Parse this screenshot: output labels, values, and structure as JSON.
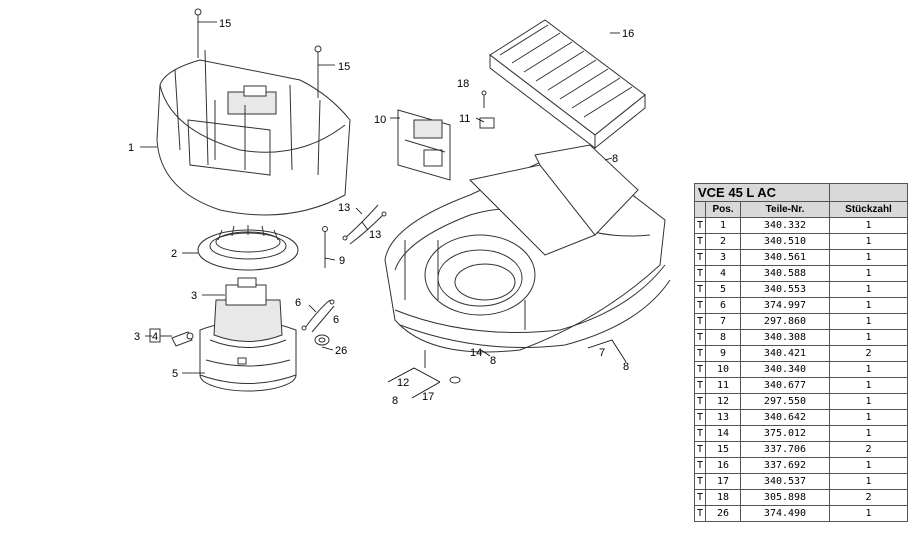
{
  "diagram": {
    "callouts": {
      "c1": "1",
      "c2": "2",
      "c3a": "3",
      "c3b": "3",
      "c4": "4",
      "c5": "5",
      "c6a": "6",
      "c6b": "6",
      "c7": "7",
      "c8a": "8",
      "c8b": "8",
      "c8c": "8",
      "c8d": "8",
      "c9": "9",
      "c10": "10",
      "c11": "11",
      "c12": "12",
      "c13a": "13",
      "c13b": "13",
      "c14": "14",
      "c15a": "15",
      "c15b": "15",
      "c16": "16",
      "c17": "17",
      "c18": "18",
      "c26": "26"
    }
  },
  "parts_table": {
    "title": "VCE 45 L AC",
    "headers": [
      "Pos.",
      "Teile-Nr.",
      "Stückzahl"
    ],
    "rows": [
      {
        "t": "T",
        "pos": "1",
        "nr": "340.332",
        "qty": "1"
      },
      {
        "t": "T",
        "pos": "2",
        "nr": "340.510",
        "qty": "1"
      },
      {
        "t": "T",
        "pos": "3",
        "nr": "340.561",
        "qty": "1"
      },
      {
        "t": "T",
        "pos": "4",
        "nr": "340.588",
        "qty": "1"
      },
      {
        "t": "T",
        "pos": "5",
        "nr": "340.553",
        "qty": "1"
      },
      {
        "t": "T",
        "pos": "6",
        "nr": "374.997",
        "qty": "1"
      },
      {
        "t": "T",
        "pos": "7",
        "nr": "297.860",
        "qty": "1"
      },
      {
        "t": "T",
        "pos": "8",
        "nr": "340.308",
        "qty": "1"
      },
      {
        "t": "T",
        "pos": "9",
        "nr": "340.421",
        "qty": "2"
      },
      {
        "t": "T",
        "pos": "10",
        "nr": "340.340",
        "qty": "1"
      },
      {
        "t": "T",
        "pos": "11",
        "nr": "340.677",
        "qty": "1"
      },
      {
        "t": "T",
        "pos": "12",
        "nr": "297.550",
        "qty": "1"
      },
      {
        "t": "T",
        "pos": "13",
        "nr": "340.642",
        "qty": "1"
      },
      {
        "t": "T",
        "pos": "14",
        "nr": "375.012",
        "qty": "1"
      },
      {
        "t": "T",
        "pos": "15",
        "nr": "337.706",
        "qty": "2"
      },
      {
        "t": "T",
        "pos": "16",
        "nr": "337.692",
        "qty": "1"
      },
      {
        "t": "T",
        "pos": "17",
        "nr": "340.537",
        "qty": "1"
      },
      {
        "t": "T",
        "pos": "18",
        "nr": "305.898",
        "qty": "2"
      },
      {
        "t": "T",
        "pos": "26",
        "nr": "374.490",
        "qty": "1"
      }
    ]
  }
}
